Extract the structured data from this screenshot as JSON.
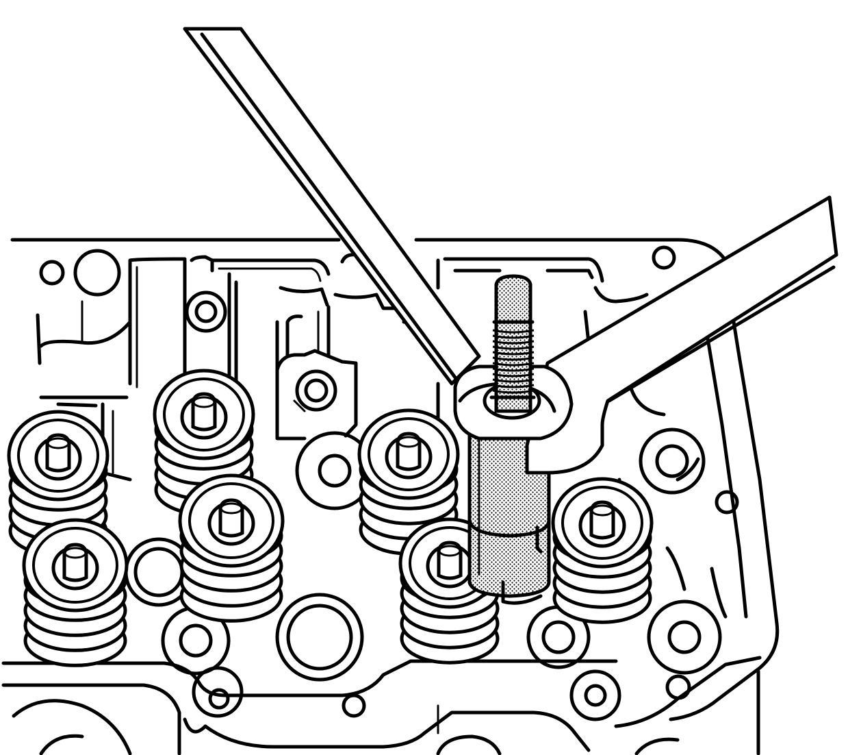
{
  "figure": {
    "colors": {
      "line": "#000000",
      "background": "#ffffff",
      "shading": "#9a9a9a"
    },
    "parts": [
      "cylinder-head",
      "valve-springs",
      "guide-tool",
      "wrench",
      "pry-bar"
    ]
  }
}
